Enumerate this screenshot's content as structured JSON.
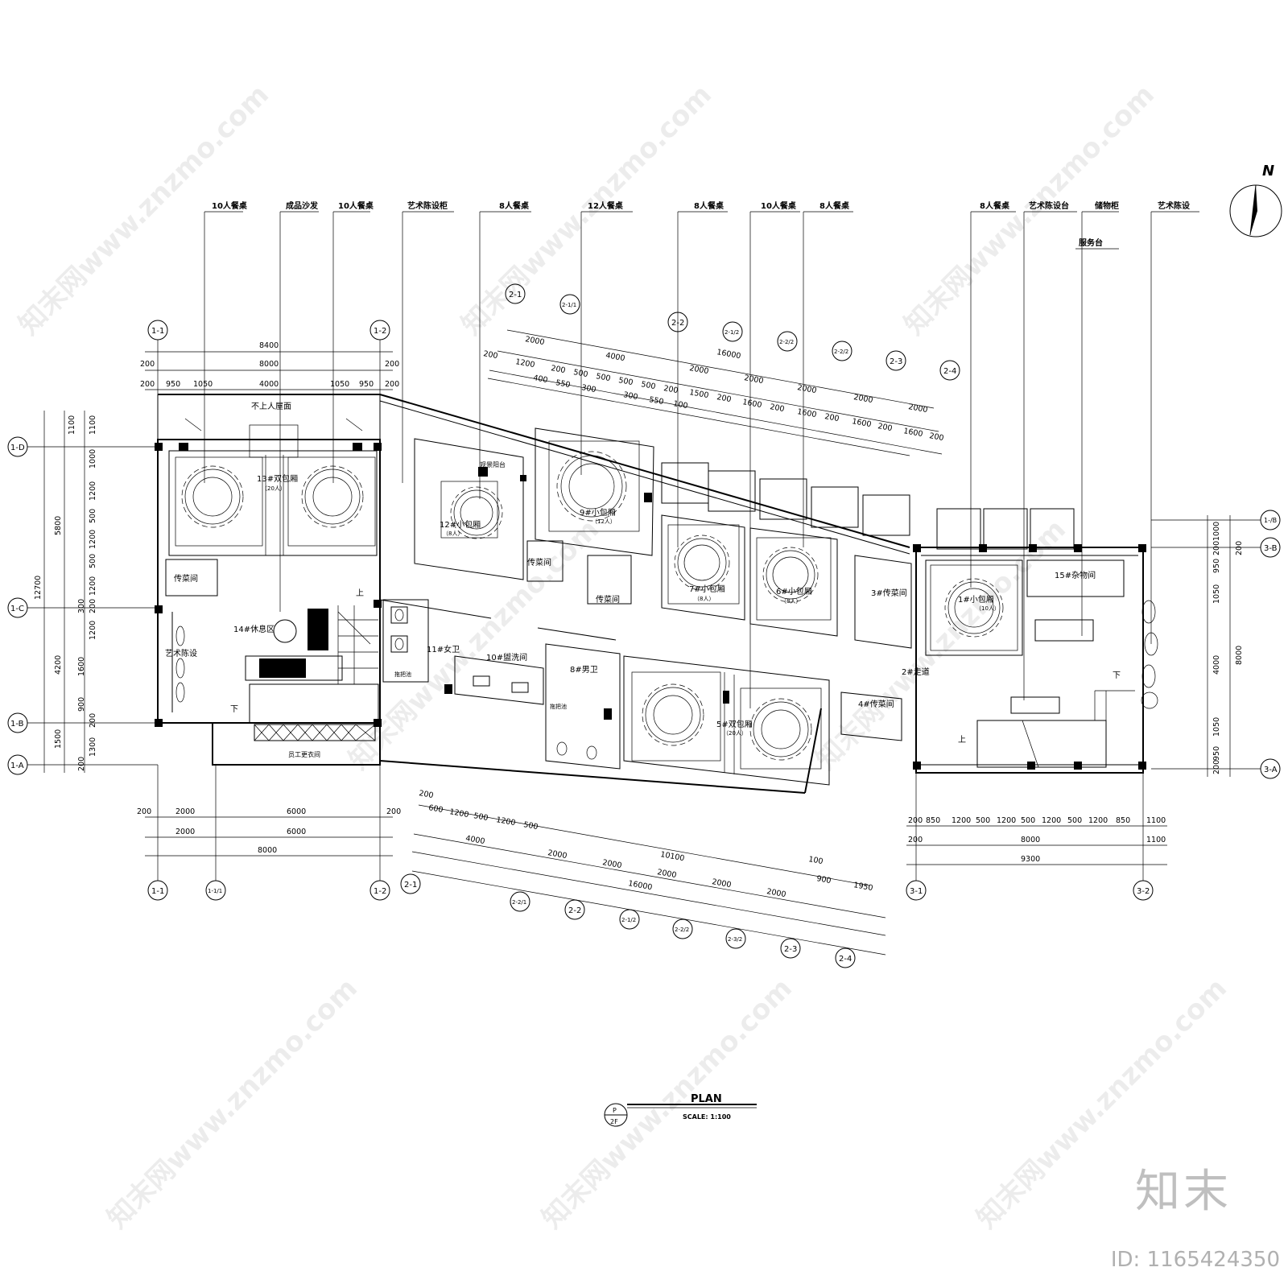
{
  "top_labels": [
    {
      "id": "t1",
      "text": "10人餐桌"
    },
    {
      "id": "t2",
      "text": "成品沙发"
    },
    {
      "id": "t3",
      "text": "10人餐桌"
    },
    {
      "id": "t4",
      "text": "艺术陈设柜"
    },
    {
      "id": "t5",
      "text": "8人餐桌"
    },
    {
      "id": "t6",
      "text": "12人餐桌"
    },
    {
      "id": "t7",
      "text": "8人餐桌"
    },
    {
      "id": "t8",
      "text": "10人餐桌"
    },
    {
      "id": "t9",
      "text": "8人餐桌"
    },
    {
      "id": "t10",
      "text": "8人餐桌"
    },
    {
      "id": "t11",
      "text": "艺术陈设台"
    },
    {
      "id": "t12",
      "text": "储物柜"
    },
    {
      "id": "t13",
      "text": "艺术陈设"
    },
    {
      "id": "t14",
      "text": "服务台"
    }
  ],
  "rooms": {
    "r13": "13#双包厢",
    "r13p": "（20人）",
    "r12": "12#小包厢",
    "r12p": "（8人）",
    "r9": "9#小包厢",
    "r9p": "（12人）",
    "r7": "7#小包厢",
    "r7p": "（8人）",
    "r6": "6#小包厢",
    "r6p": "（8人）",
    "r1": "1#小包厢",
    "r1p": "（10人）",
    "r15": "15#杂物间",
    "r14": "14#休息区",
    "r11": "11#女卫",
    "r10": "10#盥洗间",
    "r8": "8#男卫",
    "r5": "5#双包厢",
    "r5p": "（20人）",
    "r4": "4#传菜间",
    "r3": "3#传菜间",
    "r2": "2#走道",
    "serve_a": "传菜间",
    "serve_b": "传菜间",
    "serve_c": "传菜间",
    "art": "艺术陈设",
    "roof": "不上人屋面",
    "balcony": "观景阳台",
    "staff": "员工更衣间",
    "mop": "拖把池",
    "mop2": "拖把池",
    "up": "上",
    "down": "下",
    "up2": "上",
    "down2": "下"
  },
  "axes": {
    "a11": "1-1",
    "a12": "1-2",
    "a11b": "1-1",
    "a12b": "1-2",
    "a11_1": "1-1/1",
    "a1D": "1-D",
    "a1C": "1-C",
    "a1B": "1-B",
    "a1A": "1-A",
    "a21": "2-1",
    "a21_1": "2-1/1",
    "a22": "2-2",
    "a21_2": "2-1/2",
    "a22_2": "2-2/2",
    "a22_2b": "2-2/2",
    "a23": "2-3",
    "a24": "2-4",
    "b21": "2-1",
    "b22_1": "2-2/1",
    "b22": "2-2",
    "b21_2": "2-1/2",
    "b22_2": "2-2/2",
    "b23_2": "2-3/2",
    "b23": "2-3",
    "b24": "2-4",
    "a31": "3-1",
    "a32": "3-2",
    "a3B": "3-B",
    "a3A": "3-A",
    "a1_B": "1-/B"
  },
  "dims": {
    "top_8400": "8400",
    "top_8000": "8000",
    "top_200a": "200",
    "top_200b": "200",
    "top_200c": "200",
    "top_200d": "200",
    "top_950a": "950",
    "top_1050a": "1050",
    "top_4000": "4000",
    "top_1050b": "1050",
    "top_950b": "950",
    "l_1100": "1100",
    "l_1000": "1000",
    "l_1200a": "1200",
    "l_500a": "500",
    "l_1200b": "1200",
    "l_500b": "500",
    "l_1200c": "1200",
    "l_300": "300",
    "l_200a": "200",
    "l_1200d": "1200",
    "l_1600": "1600",
    "l_900": "900",
    "l_200b": "200",
    "l_1300": "1300",
    "l_200c": "200",
    "l_5800": "5800",
    "l_4200": "4200",
    "l_1500": "1500",
    "l_12700": "12700",
    "l_1100b": "1100",
    "b_200a": "200",
    "b_2000a": "2000",
    "b_6000a": "6000",
    "b_200b": "200",
    "b_2000b": "2000",
    "b_6000b": "6000",
    "b_8000": "8000",
    "m_2000": "2000",
    "m_4000": "4000",
    "m_16000": "16000",
    "m_2000b": "2000",
    "m_2000c": "2000",
    "m_2000d": "2000",
    "m_2000e": "2000",
    "m_2000f": "2000",
    "m_200": "200",
    "m_1200a": "1200",
    "m_200b": "200",
    "m_500a": "500",
    "m_500b": "500",
    "m_500c": "500",
    "m_500d": "500",
    "m_200c": "200",
    "m_1500": "1500",
    "m_200d": "200",
    "m_1600a": "1600",
    "m_200e": "200",
    "m_1600b": "1600",
    "m_200f": "200",
    "m_1600c": "1600",
    "m_200g": "200",
    "m_1600d": "1600",
    "m_200h": "200",
    "m_400": "400",
    "m_550a": "550",
    "m_300a": "300",
    "m_300b": "300",
    "m_550b": "550",
    "m_100": "100",
    "bm_200": "200",
    "bm_600": "600",
    "bm_1200a": "1200",
    "bm_500": "500",
    "bm_1200b": "1200",
    "bm_500b": "500",
    "bm_4000": "4000",
    "bm_2000a": "2000",
    "bm_2000b": "2000",
    "bm_10100": "10100",
    "bm_2000c": "2000",
    "bm_2000d": "2000",
    "bm_2000e": "2000",
    "bm_16000": "16000",
    "bm_100": "100",
    "bm_900": "900",
    "bm_1950": "1950",
    "r_200a": "200",
    "r_850a": "850",
    "r_1200a": "1200",
    "r_500a": "500",
    "r_1200b": "1200",
    "r_500b": "500",
    "r_1200c": "1200",
    "r_500c": "500",
    "r_1200d": "1200",
    "r_850b": "850",
    "r_1100a": "1100",
    "r_200b": "200",
    "r_8000": "8000",
    "r_1100b": "1100",
    "r_9300": "9300",
    "rr_1000": "1000",
    "rr_200a": "200",
    "rr_950a": "950",
    "rr_1050a": "1050",
    "rr_4000": "4000",
    "rr_1050b": "1050",
    "rr_950b": "950",
    "rr_200b": "200",
    "rr_8000": "8000",
    "rr_200c": "200"
  },
  "north": "N",
  "title": {
    "plan": "PLAN",
    "scale": "SCALE:  1:100",
    "sheet_top": "P",
    "sheet_bot": "2F"
  },
  "watermark": "知末网www.znzmo.com",
  "brand": "知末",
  "image_id": "ID: 1165424350"
}
